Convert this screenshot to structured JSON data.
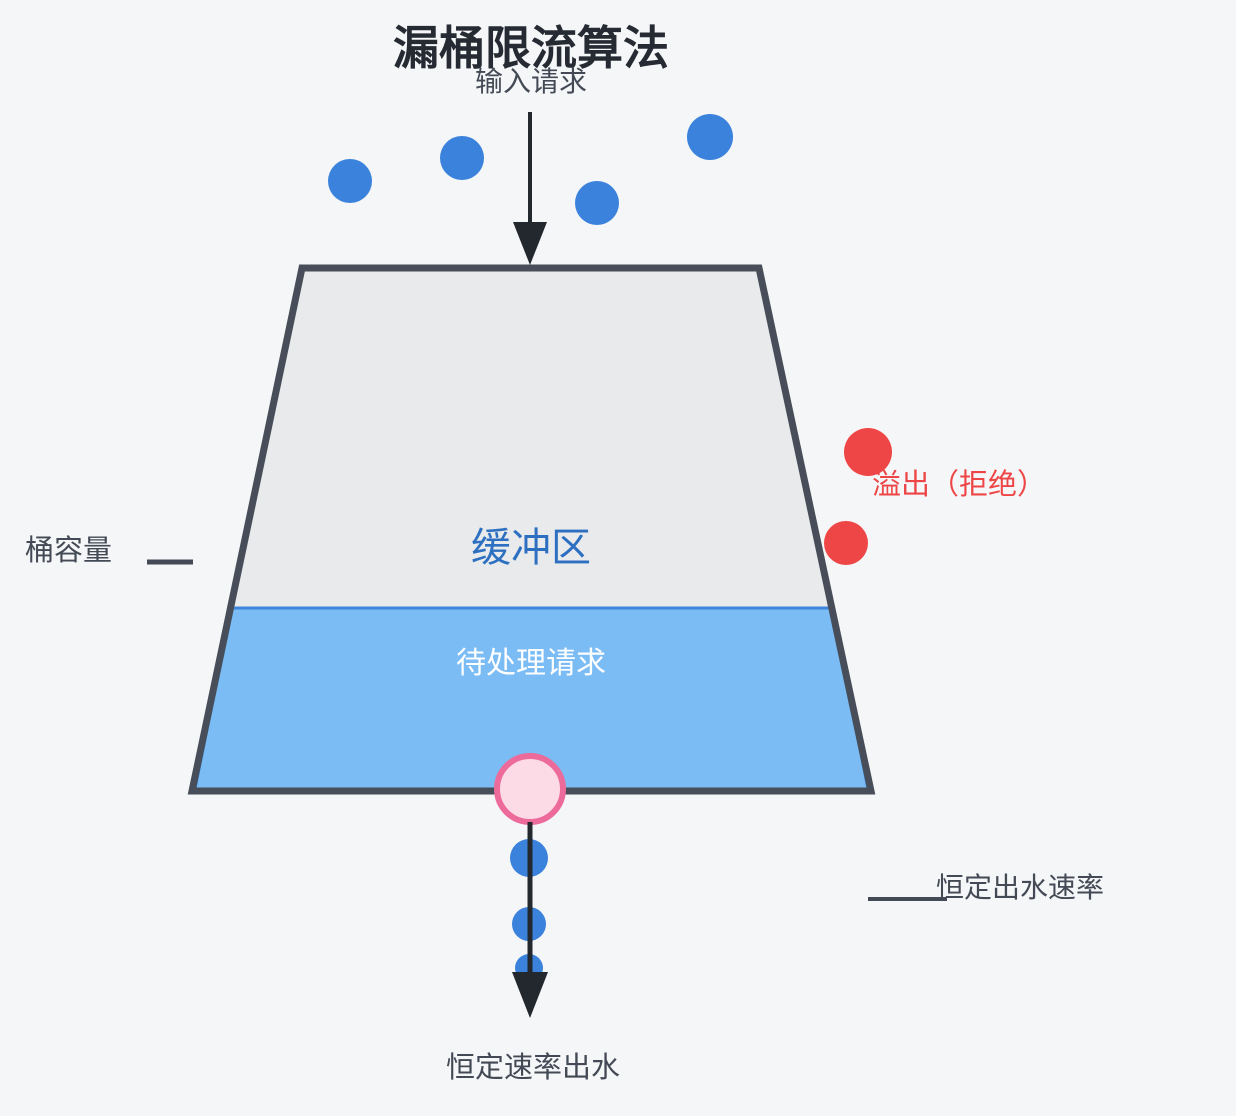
{
  "diagram": {
    "title": "漏桶限流算法",
    "labels": {
      "input": "输入请求",
      "buffer": "缓冲区",
      "pending": "待处理请求",
      "capacity": "桶容量",
      "overflow": "溢出（拒绝）",
      "outflow_rate": "恒定出水速率",
      "bottom": "恒定速率出水"
    },
    "colors": {
      "background": "#f5f6f8",
      "bucket_fill": "#e8eaec",
      "bucket_border": "#474e59",
      "water_fill": "#7bbcf5",
      "water_border": "#3e86dd",
      "request_dot": "#3a82dc",
      "overflow_red": "#ee4646",
      "outlet_fill": "#fcdbe7",
      "outlet_border": "#ec6b9b",
      "arrow_dark": "#23282f",
      "text_dark": "#434a55",
      "title_dark": "#262b33",
      "buffer_blue": "#2d6fc0"
    }
  }
}
